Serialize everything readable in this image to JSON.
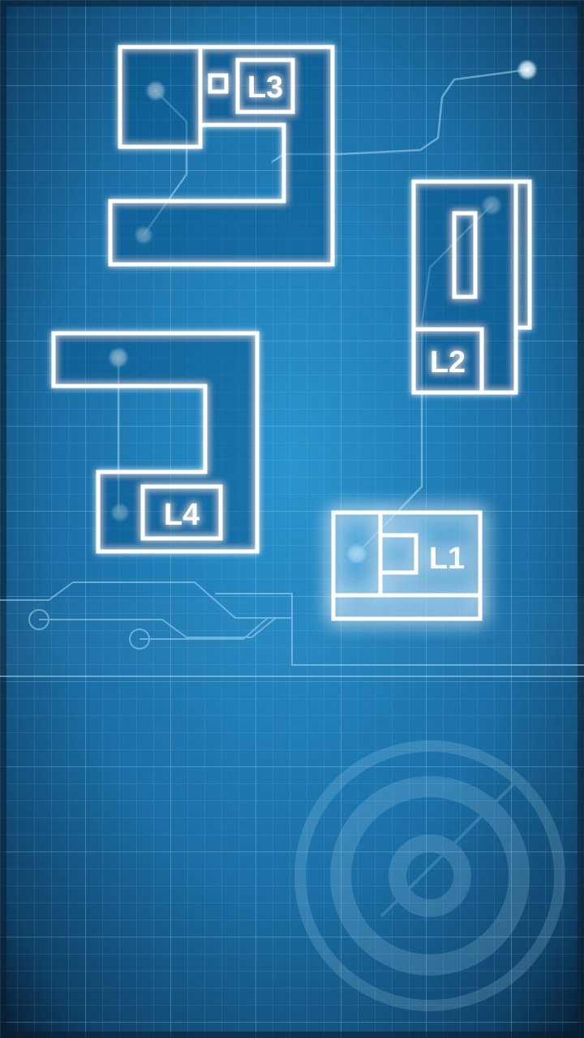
{
  "screen": "level-select",
  "colors": {
    "background_center": "#2a8cc7",
    "background_edge": "#0a2236",
    "grid_line": "#8fd0f5",
    "wall": "#ffffff",
    "node": "#cfe9f7",
    "circuit": "#9fd3ef"
  },
  "levels": [
    {
      "id": "L1",
      "label": "L1",
      "state": "selected"
    },
    {
      "id": "L2",
      "label": "L2",
      "state": "available"
    },
    {
      "id": "L3",
      "label": "L3",
      "state": "available"
    },
    {
      "id": "L4",
      "label": "L4",
      "state": "available"
    }
  ]
}
